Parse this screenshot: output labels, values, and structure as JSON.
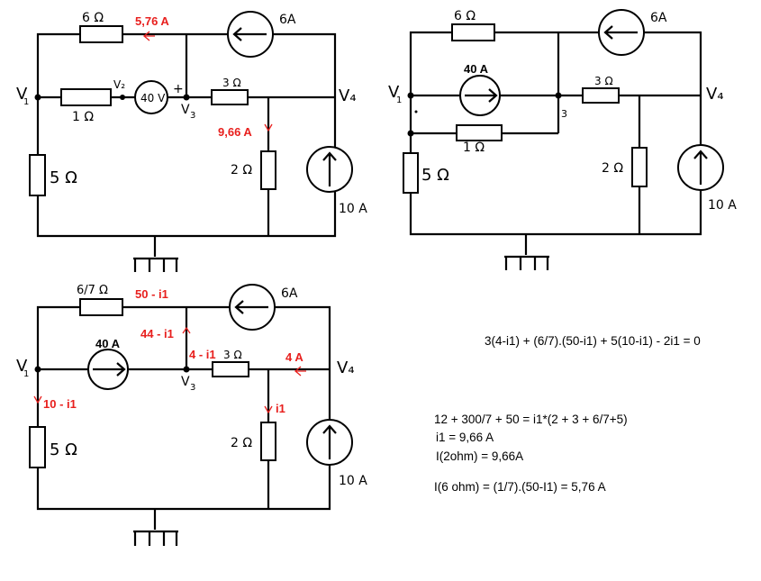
{
  "circuit1": {
    "r6": "6 Ω",
    "i6": "5,76 A",
    "src6a": "6A",
    "v1": "V",
    "v1sub": "1",
    "v2": "V₂",
    "r1": "1 Ω",
    "vsrc": "40 V",
    "plus": "+",
    "v3": "V",
    "v3sub": "3",
    "r3": "3 Ω",
    "v4": "V₄",
    "i2": "9,66 A",
    "r5": "5 Ω",
    "r2": "2 Ω",
    "src10a": "10 A"
  },
  "circuit2": {
    "r6": "6 Ω",
    "src6a": "6A",
    "src40a": "40 A",
    "v1": "V",
    "v1sub": "1",
    "r3": "3 Ω",
    "v4": "V₄",
    "v3sub": "3",
    "r1": "1 Ω",
    "r5": "5 Ω",
    "r2": "2 Ω",
    "src10a": "10 A"
  },
  "circuit3": {
    "r67": "6/7 Ω",
    "i_top": "50 - i1",
    "src6a": "6A",
    "i_mid": "44 - i1",
    "src40a": "40 A",
    "v1": "V",
    "v1sub": "1",
    "i_r3": "4 - i1",
    "r3": "3 Ω",
    "i_right": "4 A",
    "v4": "V₄",
    "v3": "V",
    "v3sub": "3",
    "i_left": "10 - i1",
    "i_r2": "i1",
    "r5": "5 Ω",
    "r2": "2 Ω",
    "src10a": "10 A"
  },
  "equations": {
    "eq1": "3(4-i1) + (6/7).(50-i1) + 5(10-i1) - 2i1 = 0",
    "eq2": "12 + 300/7 + 50 = i1*(2 + 3 + 6/7+5)",
    "eq3": "i1 = 9,66 A",
    "eq4": "I(2ohm) = 9,66A",
    "eq5": "I(6 ohm) = (1/7).(50-I1) = 5,76 A"
  },
  "colors": {
    "annotation": "#e8201e",
    "wire": "#000000"
  }
}
